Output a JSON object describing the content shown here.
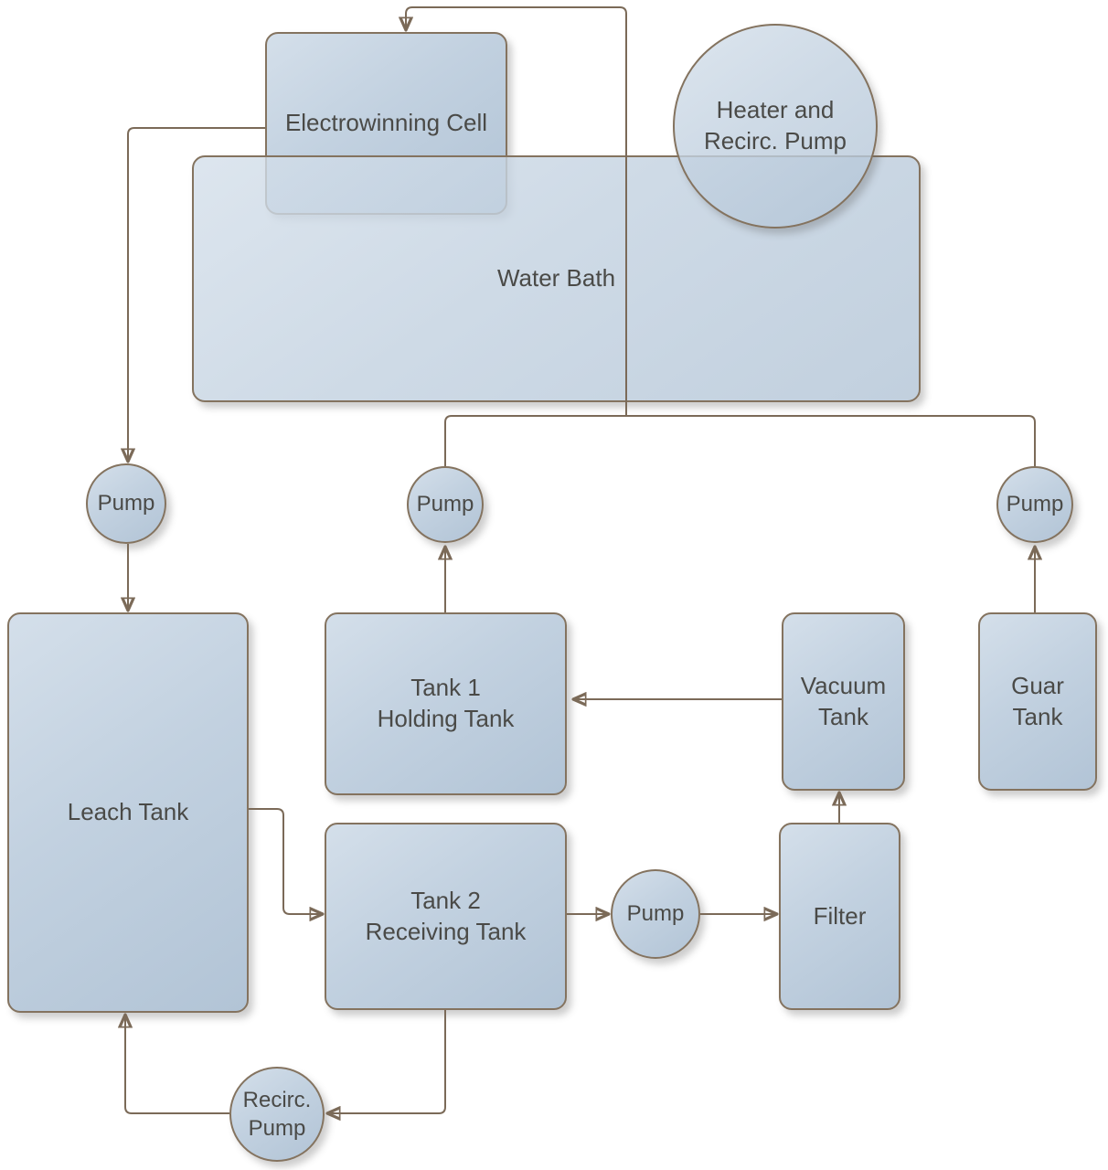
{
  "diagram": {
    "type": "process-flow",
    "background": "#ffffff",
    "colors": {
      "node_fill_top": "#d4dfea",
      "node_fill_bottom": "#b2c4d6",
      "node_border": "#84735f",
      "connector": "#7b6a58",
      "text": "#4a4a47"
    },
    "nodes": {
      "electrowinning_cell": {
        "label": "Electrowinning Cell",
        "shape": "rounded-rectangle"
      },
      "heater_recirc_pump": {
        "label": "Heater and\nRecirc. Pump",
        "shape": "circle"
      },
      "water_bath": {
        "label": "Water Bath",
        "shape": "rounded-rectangle"
      },
      "pump_left": {
        "label": "Pump",
        "shape": "circle"
      },
      "pump_center": {
        "label": "Pump",
        "shape": "circle"
      },
      "pump_right": {
        "label": "Pump",
        "shape": "circle"
      },
      "leach_tank": {
        "label": "Leach Tank",
        "shape": "rounded-rectangle"
      },
      "tank_1": {
        "label": "Tank 1\nHolding Tank",
        "shape": "rounded-rectangle"
      },
      "vacuum_tank": {
        "label": "Vacuum\nTank",
        "shape": "rounded-rectangle"
      },
      "guar_tank": {
        "label": "Guar\nTank",
        "shape": "rounded-rectangle"
      },
      "tank_2": {
        "label": "Tank 2\nReceiving Tank",
        "shape": "rounded-rectangle"
      },
      "pump_transfer": {
        "label": "Pump",
        "shape": "circle"
      },
      "filter": {
        "label": "Filter",
        "shape": "rounded-rectangle"
      },
      "recirc_pump": {
        "label": "Recirc.\nPump",
        "shape": "circle"
      }
    },
    "edges": [
      {
        "from": "electrowinning_cell",
        "to": "pump_left"
      },
      {
        "from": "pump_left",
        "to": "leach_tank"
      },
      {
        "from": "tank_1",
        "to": "pump_center"
      },
      {
        "from": "guar_tank",
        "to": "pump_right"
      },
      {
        "from": "pump_center",
        "to": "electrowinning_cell"
      },
      {
        "from": "pump_right",
        "to": "electrowinning_cell"
      },
      {
        "from": "vacuum_tank",
        "to": "tank_1"
      },
      {
        "from": "leach_tank",
        "to": "tank_2"
      },
      {
        "from": "tank_2",
        "to": "pump_transfer"
      },
      {
        "from": "pump_transfer",
        "to": "filter"
      },
      {
        "from": "filter",
        "to": "vacuum_tank"
      },
      {
        "from": "tank_2",
        "to": "recirc_pump"
      },
      {
        "from": "recirc_pump",
        "to": "leach_tank"
      }
    ]
  }
}
